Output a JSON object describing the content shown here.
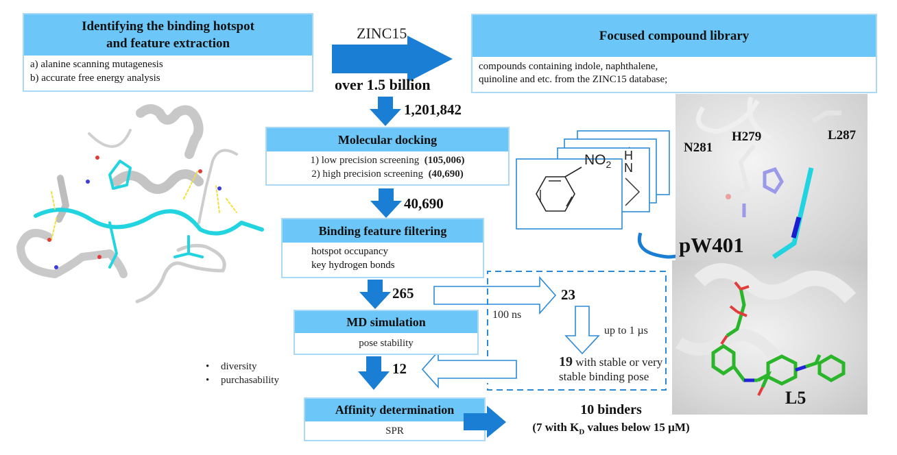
{
  "boxes": {
    "hotspot": {
      "title_line1": "Identifying the binding hotspot",
      "title_line2": "and feature extraction",
      "items": [
        "a) alanine scanning mutagenesis",
        "b) accurate free energy analysis"
      ]
    },
    "library": {
      "title": "Focused compound library",
      "desc_line1": "compounds containing indole, naphthalene,",
      "desc_line2": "quinoline and etc. from the ZINC15 database;"
    },
    "docking": {
      "title": "Molecular docking",
      "step1_label": "1) low precision screening",
      "step1_count": "(105,006)",
      "step2_label": "2) high precision screening",
      "step2_count": "(40,690)"
    },
    "filtering": {
      "title": "Binding feature filtering",
      "items": [
        "hotspot occupancy",
        "key hydrogen bonds"
      ]
    },
    "md": {
      "title": "MD simulation",
      "desc": "pose stability"
    },
    "affinity": {
      "title": "Affinity determination",
      "desc": "SPR"
    }
  },
  "flow": {
    "source_label": "ZINC15",
    "source_count": "over 1.5 billion",
    "after_library": "1,201,842",
    "after_docking": "40,690",
    "after_filtering": "265",
    "short_md_label": "100 ns",
    "after_short_md": "23",
    "long_md_label": "up to 1 µs",
    "stable_count": "19",
    "stable_desc_line1": "with stable or very",
    "stable_desc_line2": "stable binding pose",
    "selection_criteria": [
      "diversity",
      "purchasability"
    ],
    "after_selection": "12",
    "result_title": "10 binders",
    "result_detail_prefix": "(7 with K",
    "result_detail_sub": "D",
    "result_detail_suffix": " values below 15 µM)"
  },
  "structures": {
    "fragment_label": "NO",
    "fragment_sub": "2",
    "indole_label_h": "H",
    "indole_label_n": "N",
    "pocket_residues": [
      "N281",
      "H279",
      "L287"
    ],
    "peptide_label": "pW401",
    "ligand_label": "L5"
  },
  "colors": {
    "header_blue": "#6cc6f7",
    "arrow_blue": "#1a7fd4",
    "border_light": "#a9d9f5",
    "peptide_cyan": "#22d3e0",
    "ligand_green": "#2bb52b"
  }
}
